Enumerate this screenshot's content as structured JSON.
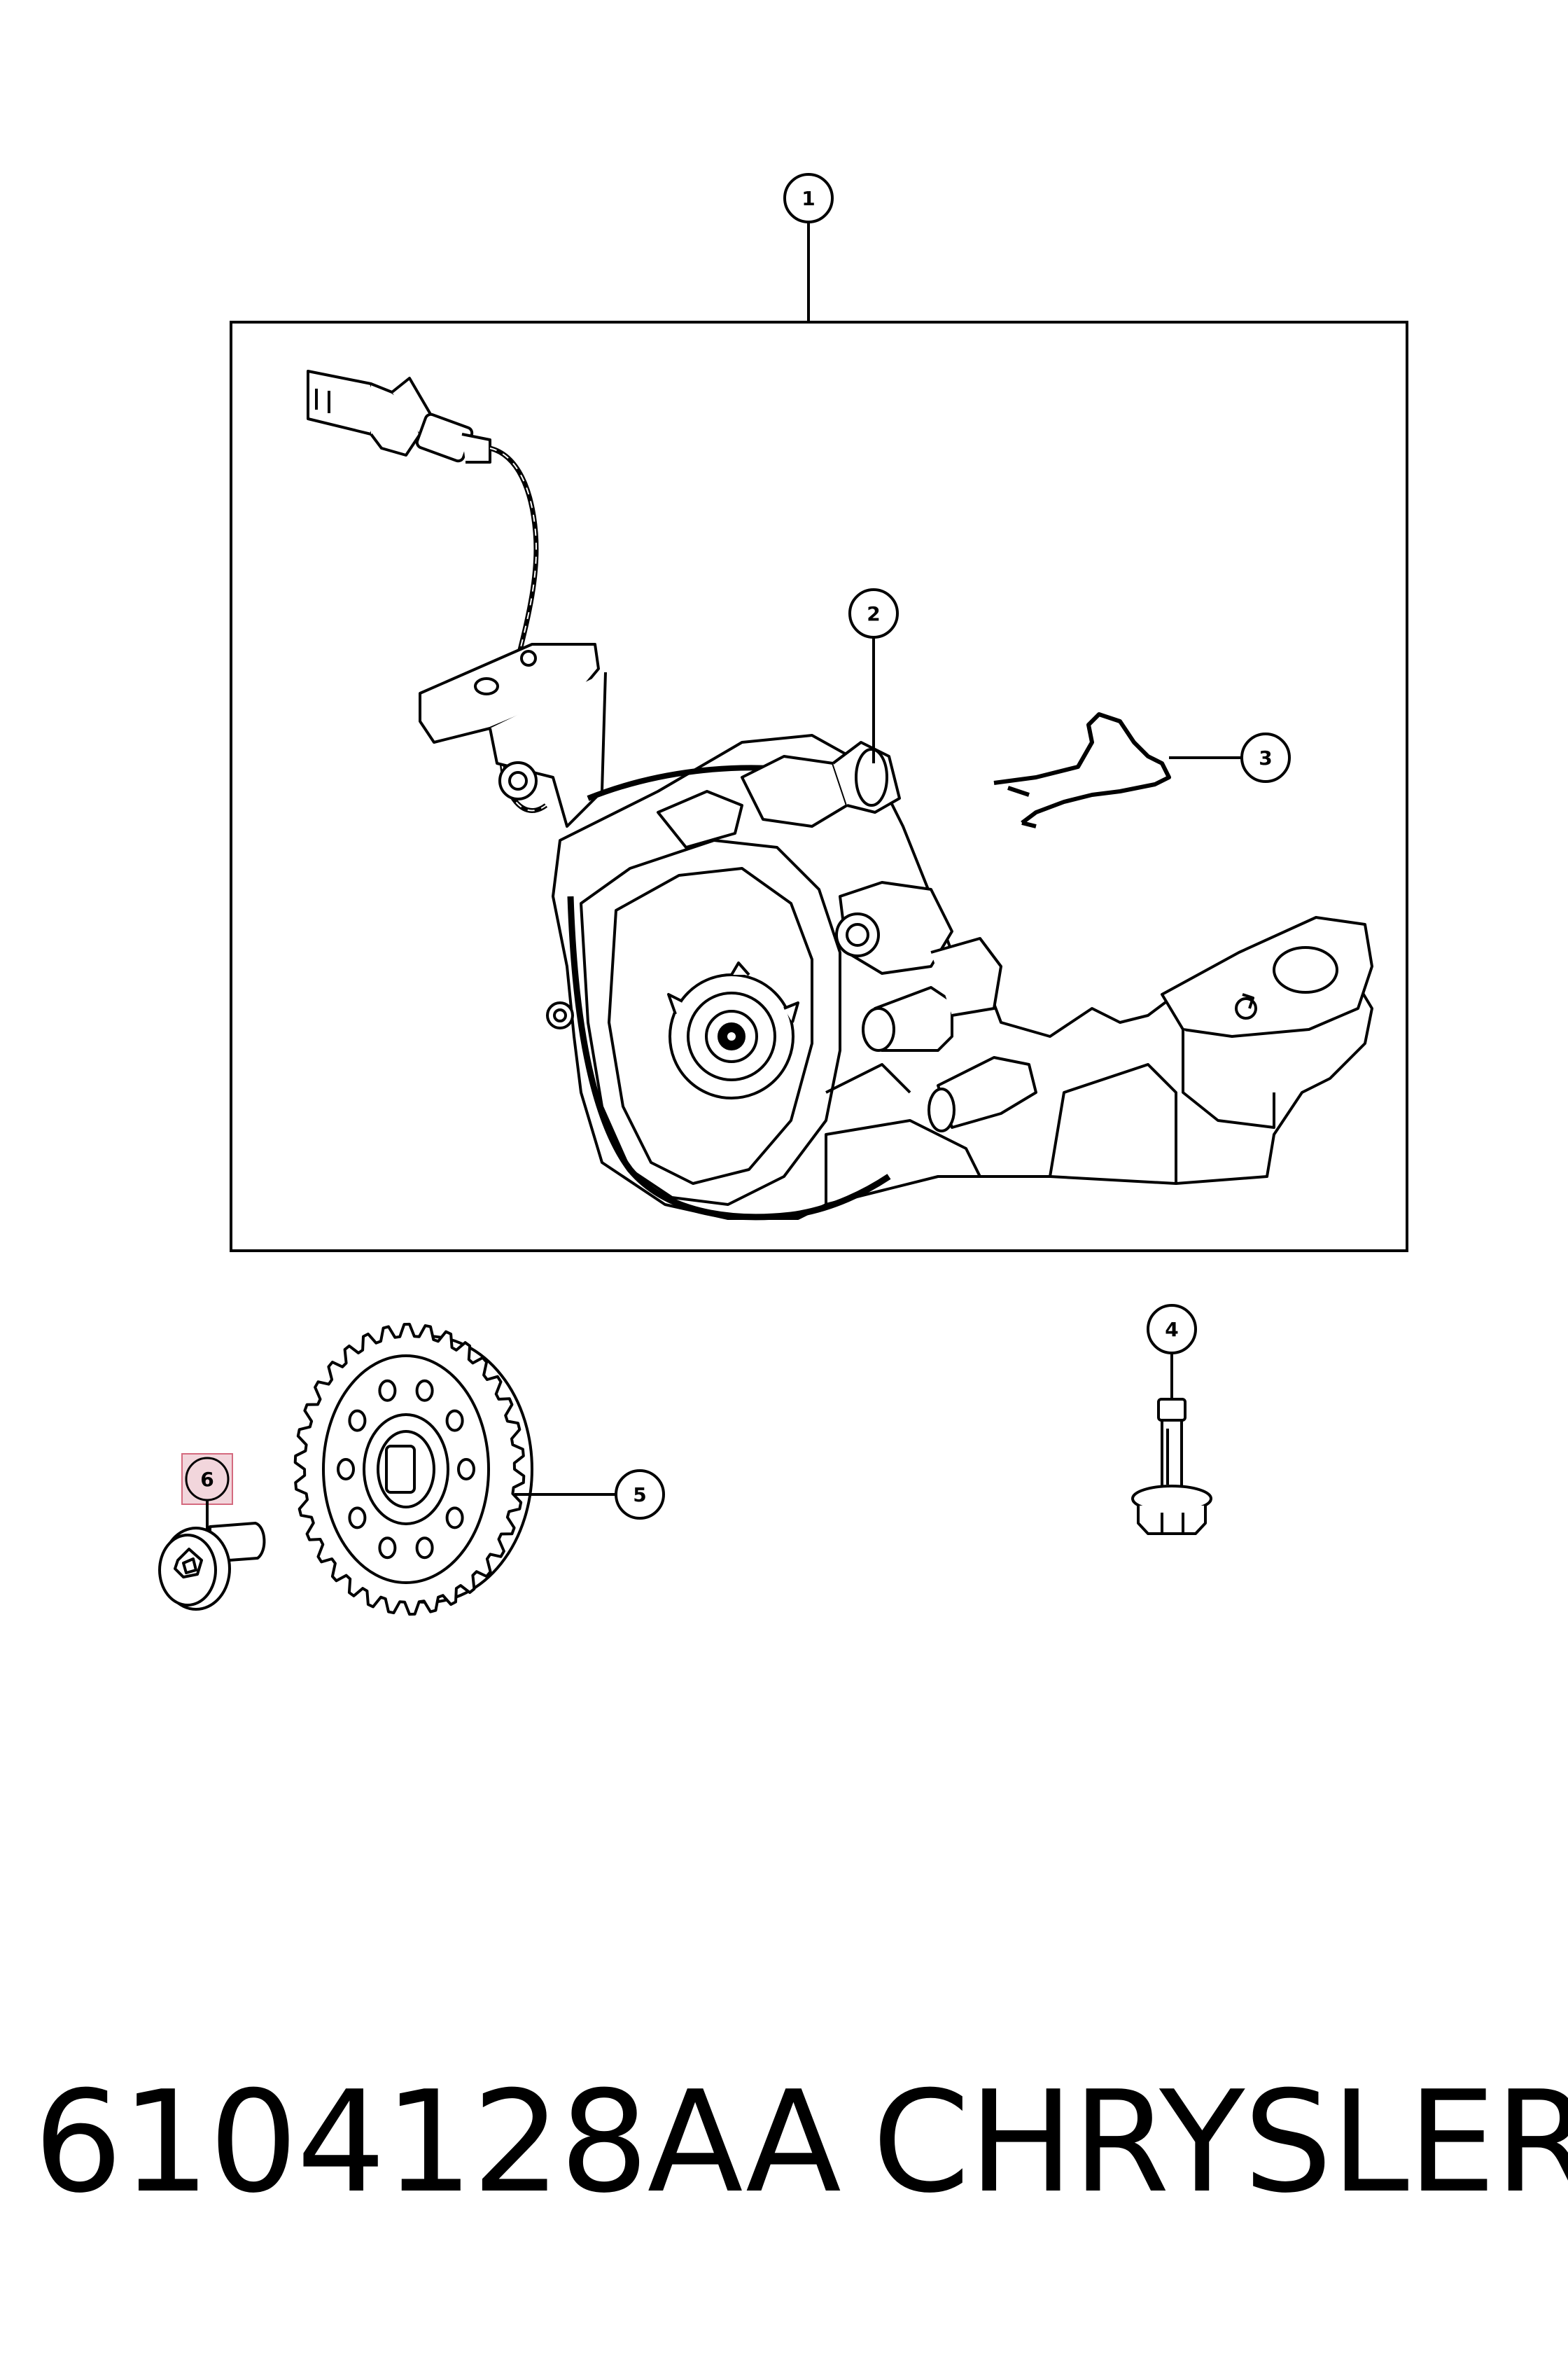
{
  "callouts": {
    "c1": "1",
    "c2": "2",
    "c3": "3",
    "c4": "4",
    "c5": "5",
    "c6": "6"
  },
  "highlighted_callout": "6",
  "highlight_color": "#f2d6dc",
  "highlight_border_color": "#d46a7e",
  "footer": {
    "part_number": "6104128AA",
    "brand": "CHRYSLER"
  }
}
